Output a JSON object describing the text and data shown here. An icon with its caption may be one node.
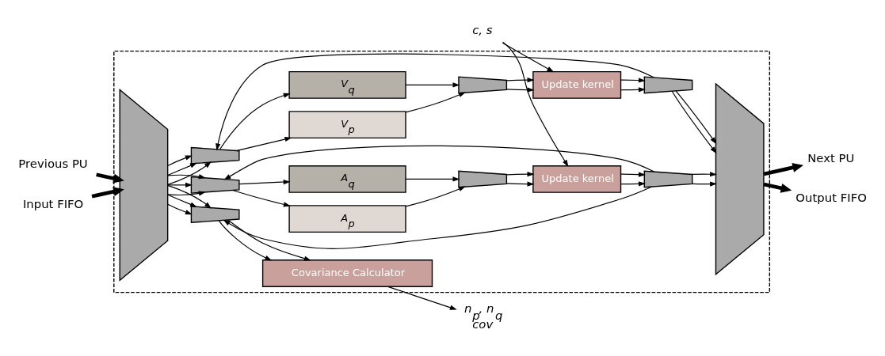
{
  "diagram": {
    "nodes": [
      {
        "text": [],
        "shape": "box"
      },
      {
        "text": [
          "Previous PU"
        ]
      },
      {
        "text": [
          "Input FIFO"
        ]
      },
      {
        "text": [
          "c, s"
        ]
      },
      {
        "text": [],
        "shape": "trapezoid",
        "in": 0
      },
      {
        "text": [],
        "shape": "trapezoid",
        "in": 0
      },
      {
        "text": [
          "Covariance Calculator"
        ],
        "in": 0
      },
      {
        "text": [
          "n$_{p}$, n$_{q}$",
          "cov"
        ]
      },
      {
        "text": [],
        "shape": "trapezoid",
        "in": 0
      },
      {
        "text": [
          "A$_{p}$"
        ],
        "in": 0
      },
      {
        "text": [
          "A$_{q}$"
        ],
        "in": 0
      },
      {
        "text": [],
        "shape": "trapezoid",
        "in": 0
      },
      {
        "text": [
          "Update kernel"
        ],
        "in": 0
      },
      {
        "text": [],
        "shape": "trapezoid",
        "in": 0
      },
      {
        "text": [],
        "shape": "trapezoid",
        "in": 0
      },
      {
        "text": [
          "Next PU"
        ]
      },
      {
        "text": [],
        "shape": "trapezoid",
        "in": 0
      },
      {
        "text": [
          "V$_{p}$"
        ],
        "in": 0
      },
      {
        "text": [
          "V$_{q}$"
        ],
        "in": 0
      },
      {
        "text": [],
        "shape": "trapezoid",
        "in": 0
      },
      {
        "text": [
          "Update kernel"
        ],
        "in": 0
      },
      {
        "text": [],
        "shape": "trapezoid",
        "in": 0
      },
      {
        "text": [
          "Output FIFO"
        ]
      }
    ],
    "edges": [
      {
        "from": 1,
        "to": 4,
        "arrow": "to",
        "style": "thick"
      },
      {
        "from": 2,
        "to": 4,
        "arrow": "to",
        "style": "thick"
      },
      {
        "from": 4,
        "to": 5,
        "arrow": "to"
      },
      {
        "from": 4,
        "to": 5,
        "arrow": "to"
      },
      {
        "from": 4,
        "to": 5,
        "arrow": "to"
      },
      {
        "from": 13,
        "to": 5,
        "arrow": "to"
      },
      {
        "from": 5,
        "to": 6,
        "arrow": "to"
      },
      {
        "from": 5,
        "to": 6,
        "arrow": "to"
      },
      {
        "from": 6,
        "to": 7,
        "arrow": "to"
      },
      {
        "from": 13,
        "to": 8,
        "arrow": "to"
      },
      {
        "from": 4,
        "to": 8,
        "arrow": "to"
      },
      {
        "from": 4,
        "to": 8,
        "arrow": "to"
      },
      {
        "from": 4,
        "to": 8,
        "arrow": "to"
      },
      {
        "from": 8,
        "to": 9,
        "arrow": "to"
      },
      {
        "from": 8,
        "to": 10,
        "arrow": "to"
      },
      {
        "from": 9,
        "to": 11,
        "arrow": "to"
      },
      {
        "from": 10,
        "to": 11,
        "arrow": "to"
      },
      {
        "from": 11,
        "to": 12,
        "arrow": "to"
      },
      {
        "from": 11,
        "to": 12,
        "arrow": "to"
      },
      {
        "from": 3,
        "to": 12,
        "arrow": "to"
      },
      {
        "from": 12,
        "to": 13,
        "arrow": "to"
      },
      {
        "from": 12,
        "to": 13,
        "arrow": "to"
      },
      {
        "from": 13,
        "to": 14,
        "arrow": "to"
      },
      {
        "from": 13,
        "to": 14,
        "arrow": "to"
      },
      {
        "from": 14,
        "to": 15,
        "arrow": "to",
        "style": "thick"
      },
      {
        "from": 4,
        "to": 16,
        "arrow": "to"
      },
      {
        "from": 4,
        "to": 16,
        "arrow": "to"
      },
      {
        "from": 4,
        "to": 16,
        "arrow": "to"
      },
      {
        "from": 21,
        "to": 16,
        "arrow": "to"
      },
      {
        "from": 16,
        "to": 17,
        "arrow": "to"
      },
      {
        "from": 16,
        "to": 18,
        "arrow": "to"
      },
      {
        "from": 17,
        "to": 19,
        "arrow": "to"
      },
      {
        "from": 18,
        "to": 19,
        "arrow": "to"
      },
      {
        "from": 19,
        "to": 20,
        "arrow": "to"
      },
      {
        "from": 19,
        "to": 20,
        "arrow": "to"
      },
      {
        "from": 3,
        "to": 20,
        "arrow": "to"
      },
      {
        "from": 20,
        "to": 21,
        "arrow": "to"
      },
      {
        "from": 20,
        "to": 21,
        "arrow": "to"
      },
      {
        "from": 21,
        "to": 14,
        "arrow": "to"
      },
      {
        "from": 21,
        "to": 14,
        "arrow": "to"
      },
      {
        "from": 14,
        "to": 22,
        "arrow": "to",
        "style": "thick"
      }
    ]
  }
}
